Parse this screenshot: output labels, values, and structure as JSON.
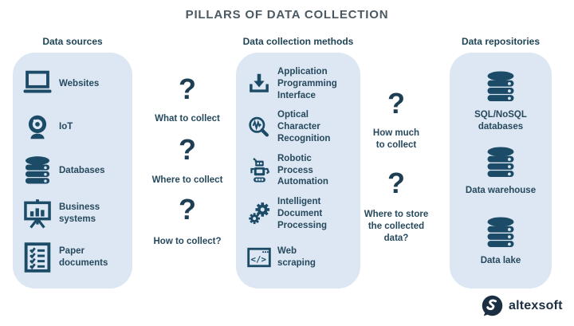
{
  "title": "PILLARS OF DATA COLLECTION",
  "colors": {
    "panel_fill": "#dce7f3",
    "icon_navy": "#1b4b66",
    "title_gray": "#4a5963",
    "label_navy": "#27495e",
    "logo_navy": "#1b2e42"
  },
  "columns": [
    {
      "header": "Data sources",
      "items": [
        {
          "icon": "laptop-icon",
          "label": "Websites"
        },
        {
          "icon": "webcam-icon",
          "label": "IoT"
        },
        {
          "icon": "database-icon",
          "label": "Databases"
        },
        {
          "icon": "presentation-chart-icon",
          "label": "Business\nsystems"
        },
        {
          "icon": "checklist-document-icon",
          "label": "Paper\ndocuments"
        }
      ]
    },
    {
      "header": "Data collection methods",
      "items": [
        {
          "icon": "download-tray-icon",
          "label": "Application\nProgramming\nInterface"
        },
        {
          "icon": "magnifier-wave-icon",
          "label": "Optical\nCharacter\nRecognition"
        },
        {
          "icon": "robot-icon",
          "label": "Robotic\nProcess\nAutomation"
        },
        {
          "icon": "gears-icon",
          "label": "Intelligent\nDocument\nProcessing"
        },
        {
          "icon": "code-window-icon",
          "label": "Web\nscraping"
        }
      ]
    },
    {
      "header": "Data repositories",
      "items": [
        {
          "icon": "database-icon",
          "label": "SQL/NoSQL\ndatabases"
        },
        {
          "icon": "database-icon",
          "label": "Data warehouse"
        },
        {
          "icon": "database-icon",
          "label": "Data lake"
        }
      ]
    }
  ],
  "questions": {
    "left": [
      {
        "mark": "?",
        "label": "What to collect"
      },
      {
        "mark": "?",
        "label": "Where to collect"
      },
      {
        "mark": "?",
        "label": "How to collect?"
      }
    ],
    "right": [
      {
        "mark": "?",
        "label": "How much\nto collect"
      },
      {
        "mark": "?",
        "label": "Where to store\nthe collected\ndata?"
      }
    ]
  },
  "logo": {
    "text": "altexsoft"
  }
}
